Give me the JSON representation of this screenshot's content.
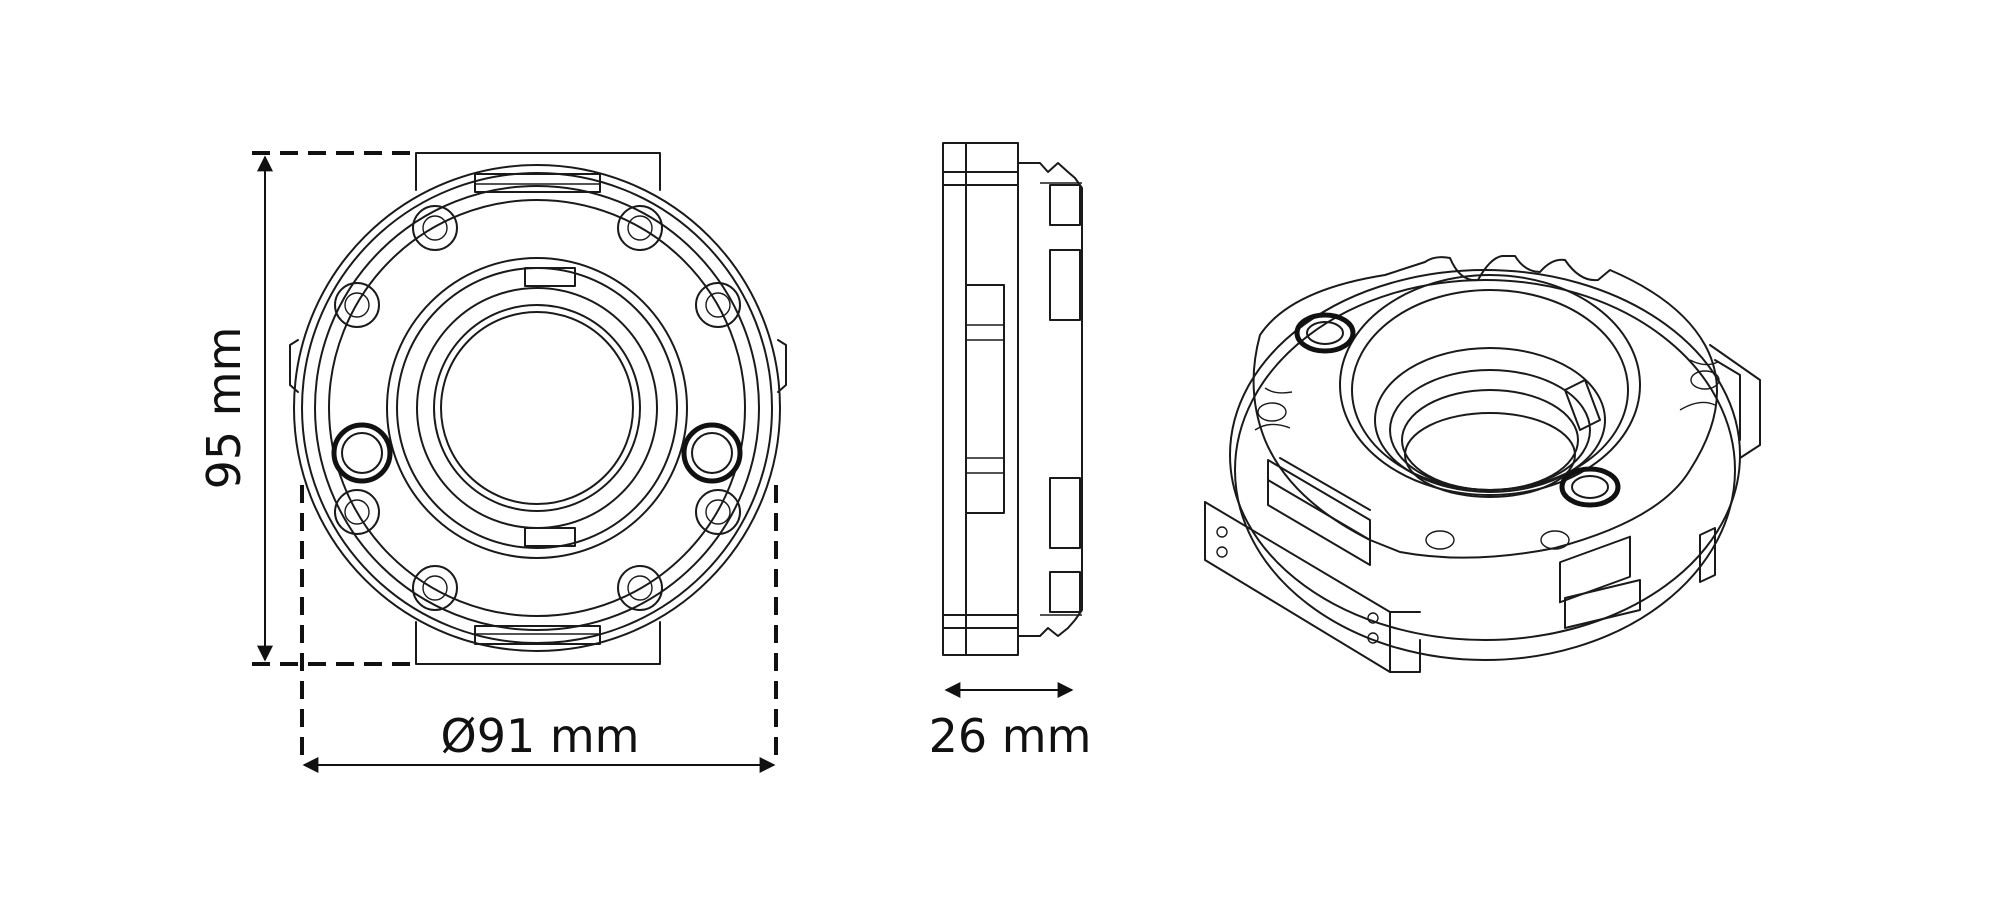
{
  "dimensions": {
    "height_label": "95 mm",
    "diameter_label": "Ø91 mm",
    "thickness_label": "26 mm"
  }
}
